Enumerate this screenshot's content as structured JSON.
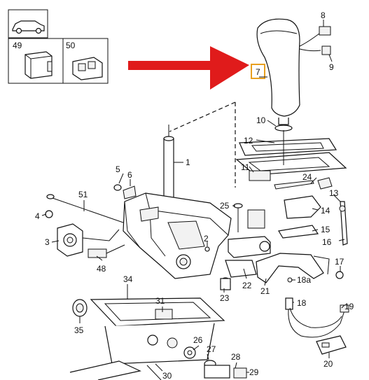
{
  "colors": {
    "arrow": "#e01b1b",
    "highlight_box": "#e8a020",
    "line": "#111111"
  },
  "inset": {
    "box_labels": [
      "49",
      "50"
    ]
  },
  "callouts": {
    "c1": "1",
    "c2": "2",
    "c3": "3",
    "c4": "4",
    "c5": "5",
    "c6": "6",
    "c7": "7",
    "c8": "8",
    "c9": "9",
    "c10": "10",
    "c11": "11",
    "c12": "12",
    "c13": "13",
    "c14": "14",
    "c15": "15",
    "c16": "16",
    "c17": "17",
    "c18": "18",
    "c18a": "18a",
    "c19": "19",
    "c20": "20",
    "c21": "21",
    "c22": "22",
    "c23": "23",
    "c24": "24",
    "c25": "25",
    "c26": "26",
    "c27": "27",
    "c28": "28",
    "c29": "29",
    "c30": "30",
    "c31": "31",
    "c34": "34",
    "c35": "35",
    "c48": "48",
    "c51": "51"
  },
  "highlighted_part": "7"
}
